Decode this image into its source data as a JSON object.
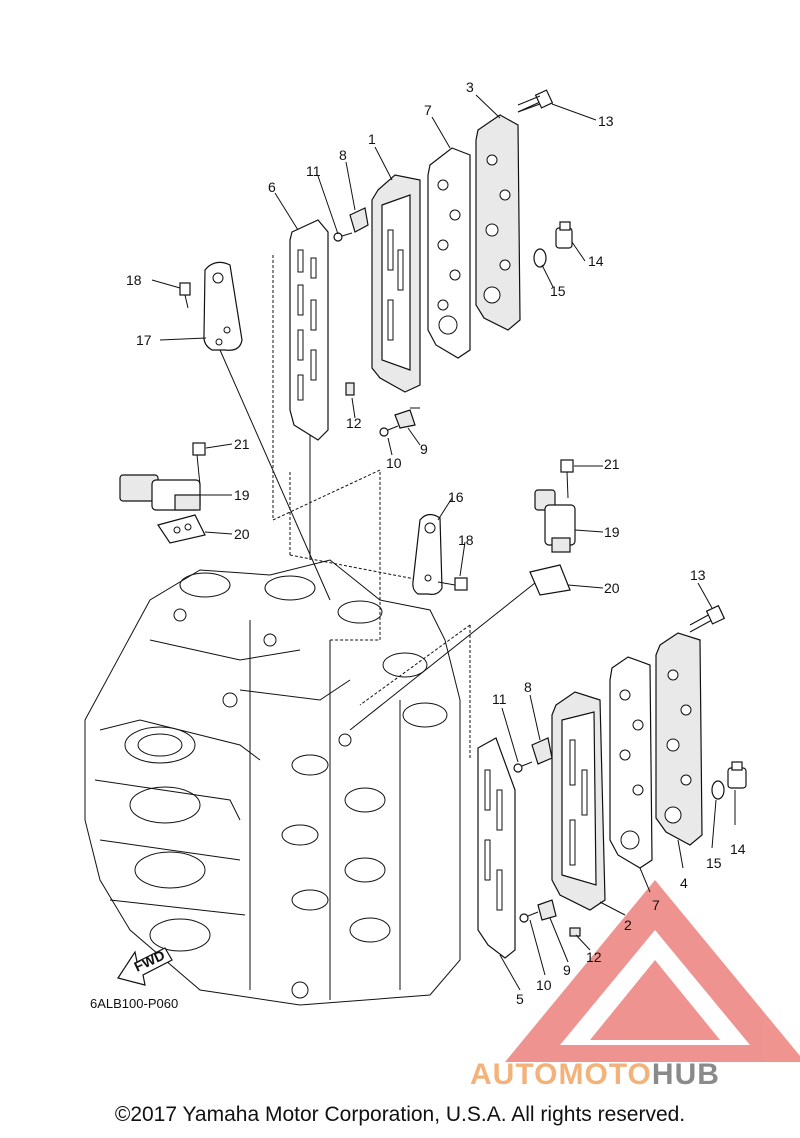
{
  "diagram_code": "6ALB100-P060",
  "copyright": "©2017 Yamaha Motor Corporation, U.S.A. All rights reserved.",
  "direction_badge": "FWD",
  "watermark": {
    "part_a": "AUTOMOTO",
    "part_b": "HUB",
    "color_a": "#f3b27a",
    "color_b": "#8a8a8a",
    "logo_color": "#e9706a"
  },
  "callouts": {
    "c1": "1",
    "c2": "2",
    "c3": "3",
    "c4": "4",
    "c5": "5",
    "c6": "6",
    "c7a": "7",
    "c7b": "7",
    "c8a": "8",
    "c8b": "8",
    "c9a": "9",
    "c9b": "9",
    "c10a": "10",
    "c10b": "10",
    "c11a": "11",
    "c11b": "11",
    "c12a": "12",
    "c12b": "12",
    "c13a": "13",
    "c13b": "13",
    "c14a": "14",
    "c14b": "14",
    "c15a": "15",
    "c15b": "15",
    "c16": "16",
    "c17": "17",
    "c18a": "18",
    "c18b": "18",
    "c19a": "19",
    "c19b": "19",
    "c20a": "20",
    "c20b": "20",
    "c21a": "21",
    "c21b": "21"
  }
}
